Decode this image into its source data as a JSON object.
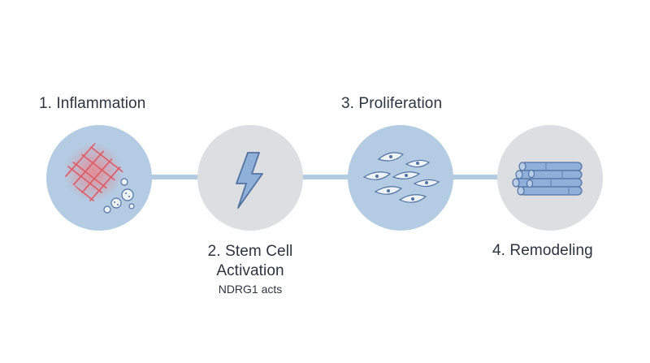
{
  "colors": {
    "blue_circle": "#b3cbe3",
    "gray_circle": "#dcdee1",
    "connector": "#b3cbe3",
    "mesh_red": "#e05a63",
    "icon_stroke": "#5272a3",
    "icon_fill": "#8fb0d9",
    "text": "#2d3440"
  },
  "stages": [
    {
      "title": "1. Inflammation",
      "icon": "inflamed-tissue-icon"
    },
    {
      "title_line1": "2. Stem Cell",
      "title_line2": "Activation",
      "subtitle": "NDRG1 acts",
      "icon": "lightning-bolt-icon"
    },
    {
      "title": "3. Proliferation",
      "icon": "dividing-cells-icon"
    },
    {
      "title": "4. Remodeling",
      "icon": "muscle-fibers-icon"
    }
  ]
}
